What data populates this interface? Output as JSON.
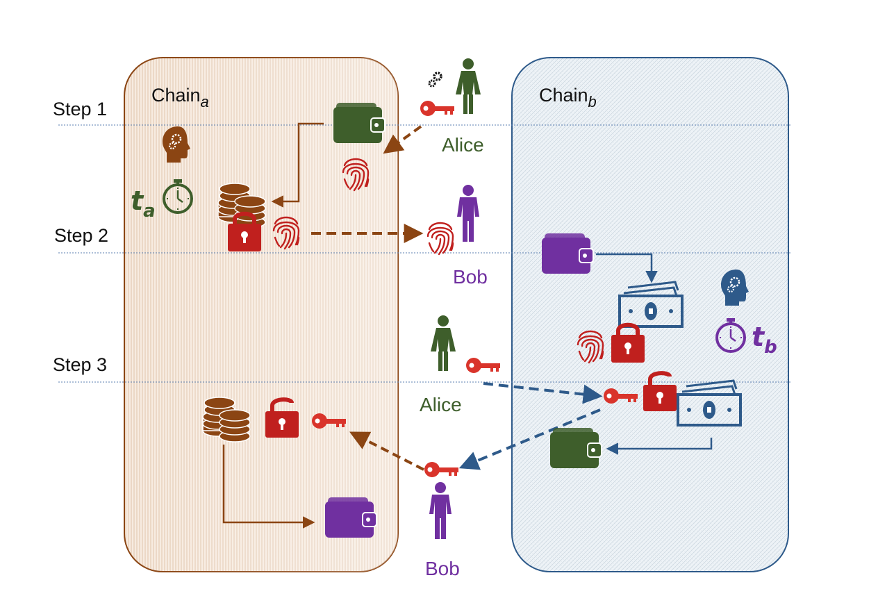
{
  "steps": {
    "step1": "Step 1",
    "step2": "Step 2",
    "step3": "Step 3"
  },
  "chains": {
    "a": {
      "name": "Chain",
      "sub": "a"
    },
    "b": {
      "name": "Chain",
      "sub": "b"
    }
  },
  "participants": {
    "alice_top": "Alice",
    "bob_mid": "Bob",
    "alice_mid": "Alice",
    "bob_bottom": "Bob"
  },
  "timers": {
    "ta": {
      "t": "t",
      "sub": "a"
    },
    "tb": {
      "t": "t",
      "sub": "b"
    }
  },
  "colors": {
    "alice_green": "#3e5e2b",
    "bob_purple": "#7030a0",
    "chain_a_brown": "#8b4513",
    "chain_b_blue": "#2e5a8a",
    "lock_red": "#c0201e",
    "key_red": "#d9342b",
    "coin_brown": "#8b4513"
  },
  "icons": {
    "wallet": "wallet-icon",
    "key": "key-icon",
    "fingerprint": "fingerprint-icon",
    "padlock": "padlock-icon",
    "coins": "coins-icon",
    "banknote": "banknote-icon",
    "head": "head-gears-icon",
    "stopwatch": "stopwatch-icon",
    "person": "person-icon"
  }
}
